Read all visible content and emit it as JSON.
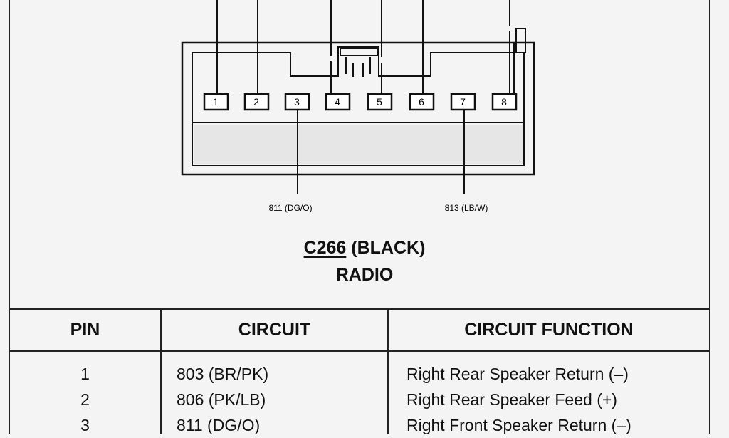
{
  "connector": {
    "id": "C266",
    "color_label": "(BLACK)",
    "name": "RADIO",
    "pins": [
      "1",
      "2",
      "3",
      "4",
      "5",
      "6",
      "7",
      "8"
    ],
    "wire_labels": {
      "pin3": "811 (DG/O)",
      "pin7": "813 (LB/W)"
    }
  },
  "table": {
    "headers": {
      "pin": "PIN",
      "circuit": "CIRCUIT",
      "function": "CIRCUIT FUNCTION"
    },
    "rows": [
      {
        "pin": "1",
        "circuit": "803 (BR/PK)",
        "function": "Right Rear Speaker Return (–)"
      },
      {
        "pin": "2",
        "circuit": "806 (PK/LB)",
        "function": "Right Rear Speaker Feed (+)"
      },
      {
        "pin": "3",
        "circuit": "811 (DG/O)",
        "function": "Right Front Speaker Return (–)"
      }
    ]
  }
}
